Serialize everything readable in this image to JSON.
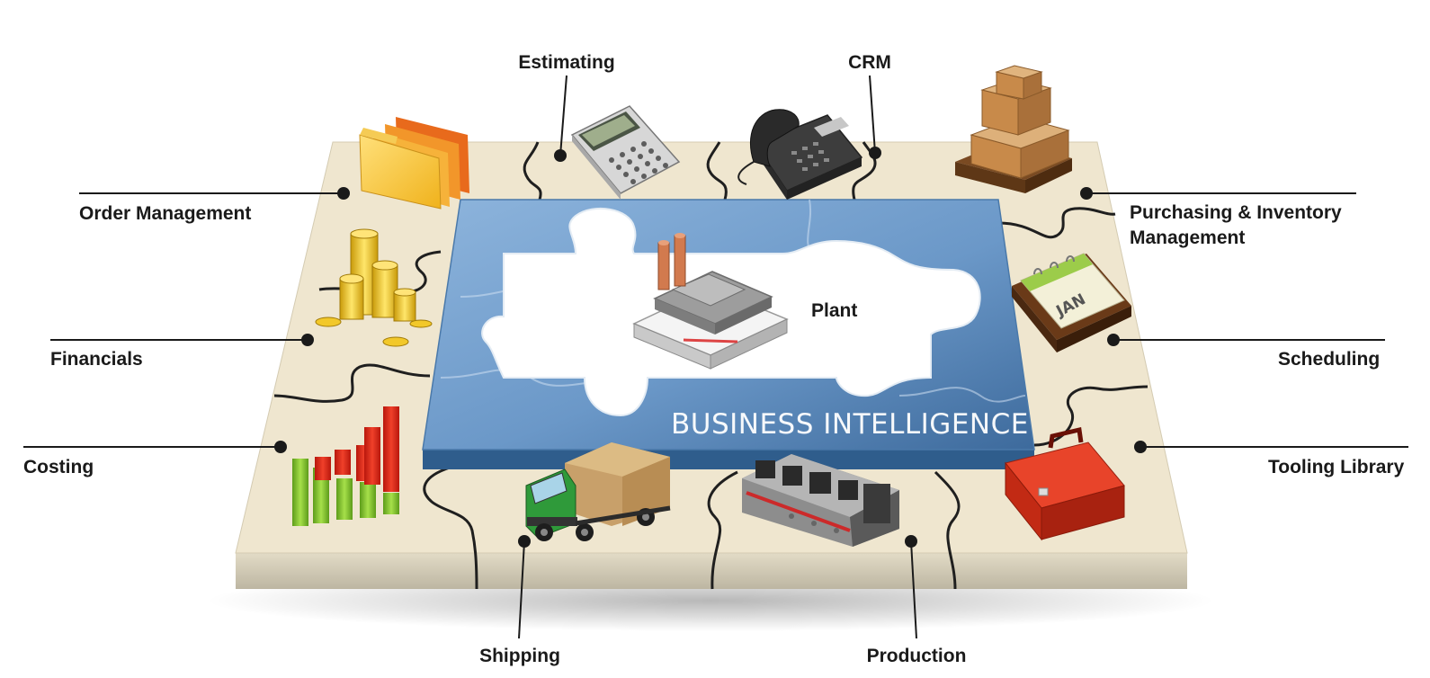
{
  "center": {
    "label": "Plant",
    "title": "BUSINESS INTELLIGENCE"
  },
  "modules": {
    "estimating": "Estimating",
    "crm": "CRM",
    "order_management": "Order Management",
    "purchasing_line1": "Purchasing & Inventory",
    "purchasing_line2": "Management",
    "financials": "Financials",
    "scheduling": "Scheduling",
    "costing": "Costing",
    "tooling_library": "Tooling Library",
    "shipping": "Shipping",
    "production": "Production"
  },
  "calendar_text": "JAN",
  "icons": {
    "estimating": "calculator-icon",
    "crm": "telephone-icon",
    "order_management": "folders-icon",
    "purchasing": "boxes-pallet-icon",
    "financials": "coins-icon",
    "scheduling": "calendar-icon",
    "costing": "bar-chart-icon",
    "tooling_library": "toolbox-icon",
    "shipping": "truck-icon",
    "production": "printing-press-icon",
    "plant": "factory-icon"
  },
  "colors": {
    "board_top": "#efe6cf",
    "board_side": "#d8d1bd",
    "blue_panel": "#6f9ccb",
    "blue_panel_dark": "#3f6e9f",
    "puzzle_white": "#ffffff",
    "leader_line": "#1a1a1a"
  }
}
